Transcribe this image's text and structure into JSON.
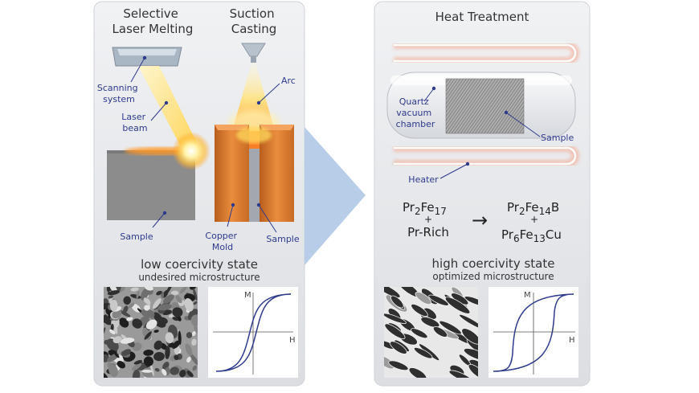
{
  "left_panel": {
    "heading_slm": [
      "Selective",
      "Laser Melting"
    ],
    "heading_casting": [
      "Suction",
      "Casting"
    ],
    "label_scanning": [
      "Scanning",
      "system"
    ],
    "label_laser": [
      "Laser",
      "beam"
    ],
    "label_arc": "Arc",
    "label_sample_slm": "Sample",
    "label_mold": [
      "Copper",
      "Mold"
    ],
    "label_sample_cast": "Sample",
    "state_title": "low coercivity state",
    "state_sub": "undesired microstructure",
    "plot_y": "M",
    "plot_x": "H"
  },
  "right_panel": {
    "heading": "Heat Treatment",
    "label_quartz": [
      "Quartz",
      "vacuum",
      "chamber"
    ],
    "label_sample": "Sample",
    "label_heater": "Heater",
    "reaction": {
      "reactant1": {
        "a": "Pr",
        "a_sub": "2",
        "b": "Fe",
        "b_sub": "17"
      },
      "plus": "+",
      "reactant2": "Pr-Rich",
      "arrow": "→",
      "product1": {
        "a": "Pr",
        "a_sub": "2",
        "b": "Fe",
        "b_sub": "14",
        "c": "B"
      },
      "product2": {
        "a": "Pr",
        "a_sub": "6",
        "b": "Fe",
        "b_sub": "13",
        "c": "Cu"
      }
    },
    "state_title": "high coercivity state",
    "state_sub": "optimized microstructure",
    "plot_y": "M",
    "plot_x": "H"
  },
  "colors": {
    "panel": "#e4e6ea",
    "arrow": "#b8cde8",
    "accent": "#2e3a8c",
    "copper": "#d6782a",
    "heater_glow": "#f4a489"
  }
}
